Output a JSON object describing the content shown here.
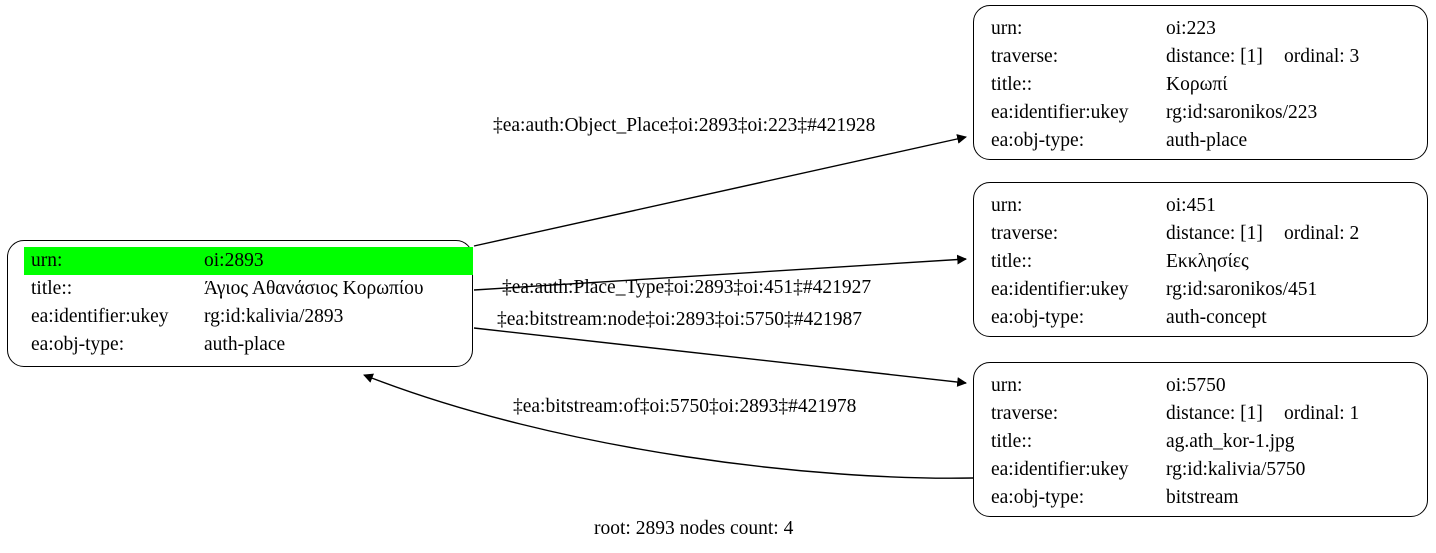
{
  "graph": {
    "caption": "root: 2893 nodes count: 4",
    "highlight_color": "#00ff00",
    "root_node": {
      "rows": [
        {
          "key": "urn:",
          "value": "oi:2893",
          "highlighted": true
        },
        {
          "key": "title::",
          "value": "Άγιος Αθανάσιος Κορωπίου",
          "highlighted": false
        },
        {
          "key": "ea:identifier:ukey",
          "value": "rg:id:kalivia/2893",
          "highlighted": false
        },
        {
          "key": "ea:obj-type:",
          "value": "auth-place",
          "highlighted": false
        }
      ]
    },
    "nodes": [
      {
        "rows": [
          {
            "key": "urn:",
            "value": "oi:223"
          },
          {
            "key": "traverse:",
            "value": "distance: [1]",
            "value_b": "ordinal: 3"
          },
          {
            "key": "title::",
            "value": "Κορωπί"
          },
          {
            "key": "ea:identifier:ukey",
            "value": "rg:id:saronikos/223"
          },
          {
            "key": "ea:obj-type:",
            "value": "auth-place"
          }
        ]
      },
      {
        "rows": [
          {
            "key": "urn:",
            "value": "oi:451"
          },
          {
            "key": "traverse:",
            "value": "distance: [1]",
            "value_b": "ordinal: 2"
          },
          {
            "key": "title::",
            "value": "Εκκλησίες"
          },
          {
            "key": "ea:identifier:ukey",
            "value": "rg:id:saronikos/451"
          },
          {
            "key": "ea:obj-type:",
            "value": "auth-concept"
          }
        ]
      },
      {
        "rows": [
          {
            "key": "urn:",
            "value": "oi:5750"
          },
          {
            "key": "traverse:",
            "value": "distance: [1]",
            "value_b": "ordinal: 1"
          },
          {
            "key": "title::",
            "value": "ag.ath_kor-1.jpg"
          },
          {
            "key": "ea:identifier:ukey",
            "value": "rg:id:kalivia/5750"
          },
          {
            "key": "ea:obj-type:",
            "value": "bitstream"
          }
        ]
      }
    ],
    "edges": [
      {
        "label": "‡ea:auth:Object_Place‡oi:2893‡oi:223‡#421928"
      },
      {
        "label": "‡ea:auth:Place_Type‡oi:2893‡oi:451‡#421927"
      },
      {
        "label": "‡ea:bitstream:node‡oi:2893‡oi:5750‡#421987"
      },
      {
        "label": "‡ea:bitstream:of‡oi:5750‡oi:2893‡#421978"
      }
    ]
  }
}
